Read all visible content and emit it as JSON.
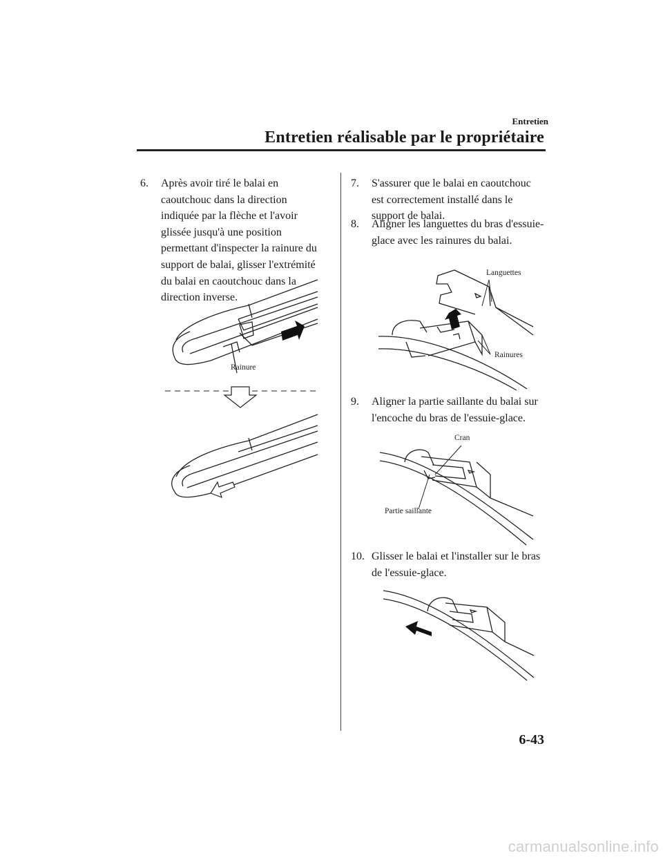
{
  "header": {
    "section_small": "Entretien",
    "section_title": "Entretien réalisable par le propriétaire"
  },
  "left_column": {
    "step6": {
      "number": "6.",
      "text": "Après avoir tiré le balai en caoutchouc dans la direction indiquée par la flèche et l'avoir glissée jusqu'à une position permettant d'inspecter la rainure du support de balai, glisser l'extrémité du balai en caoutchouc dans la direction inverse."
    },
    "fig1": {
      "label_rainure": "Rainure"
    }
  },
  "right_column": {
    "step7": {
      "number": "7.",
      "text": "S'assurer que le balai en caoutchouc est correctement installé dans le support de balai."
    },
    "step8": {
      "number": "8.",
      "text": "Aligner les languettes du bras d'essuie-glace avec les rainures du balai."
    },
    "fig3": {
      "label_languettes": "Languettes",
      "label_rainures": "Rainures"
    },
    "step9": {
      "number": "9.",
      "text": "Aligner la partie saillante du balai sur l'encoche du bras de l'essuie-glace."
    },
    "fig4": {
      "label_cran": "Cran",
      "label_partie": "Partie saillante"
    },
    "step10": {
      "number": "10.",
      "text": "Glisser le balai et l'installer sur le bras de l'essuie-glace."
    }
  },
  "footer": {
    "page_number": "6-43",
    "watermark": "carmanualsonline.info"
  }
}
